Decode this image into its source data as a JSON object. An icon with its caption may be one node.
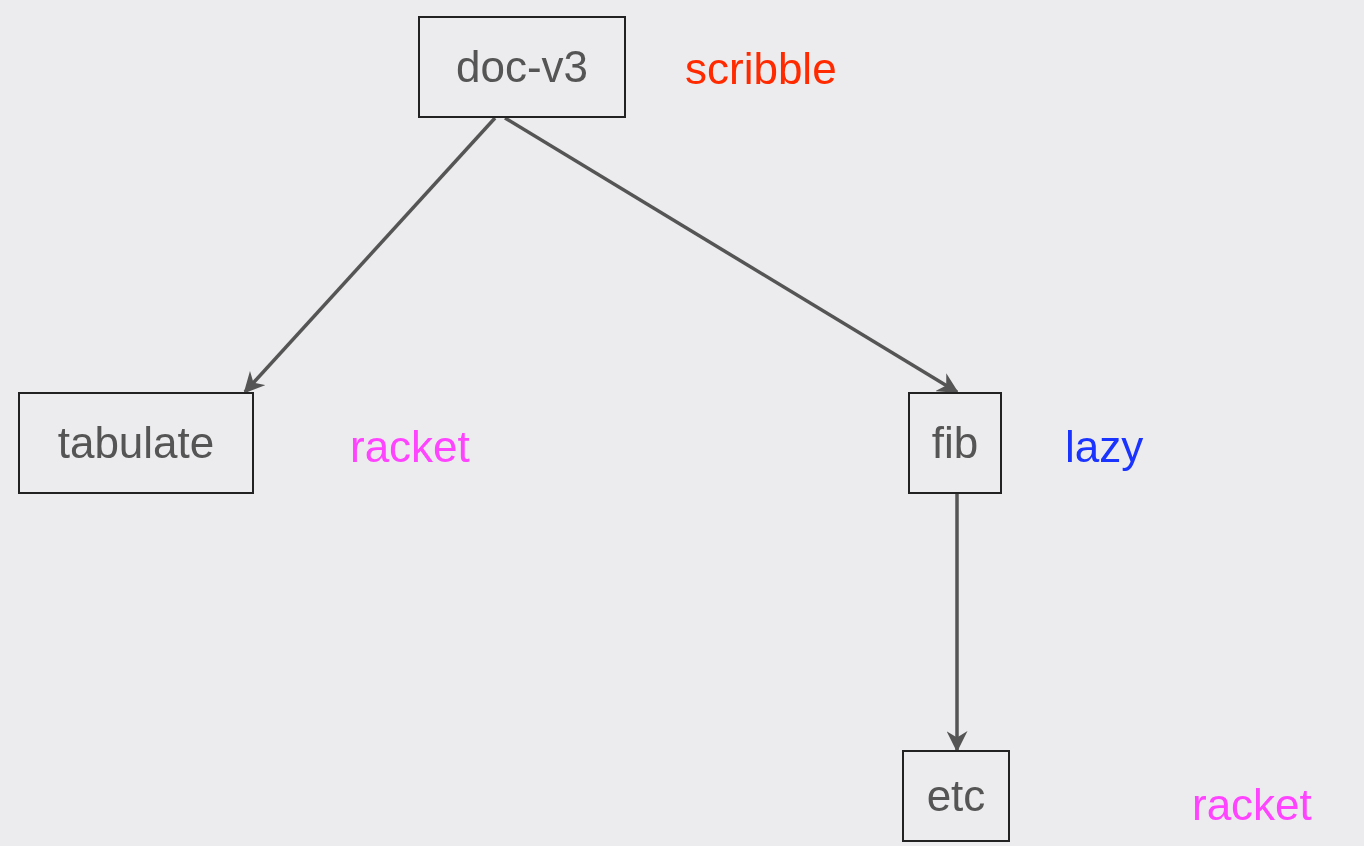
{
  "diagram": {
    "nodes": [
      {
        "text": [
          "doc-v3"
        ],
        "beside": [
          "scribble"
        ]
      },
      {
        "text": [
          "tabulate"
        ],
        "beside": [
          "racket"
        ]
      },
      {
        "text": [
          "fib"
        ],
        "beside": [
          "lazy"
        ]
      },
      {
        "text": [
          "etc"
        ]
      }
    ],
    "labels": [
      "racket"
    ],
    "edges": [
      {
        "from": 0,
        "to": 1,
        "arrow": "to"
      },
      {
        "from": 0,
        "to": 2,
        "arrow": "to"
      },
      {
        "from": 2,
        "to": 3,
        "arrow": "to"
      }
    ]
  }
}
